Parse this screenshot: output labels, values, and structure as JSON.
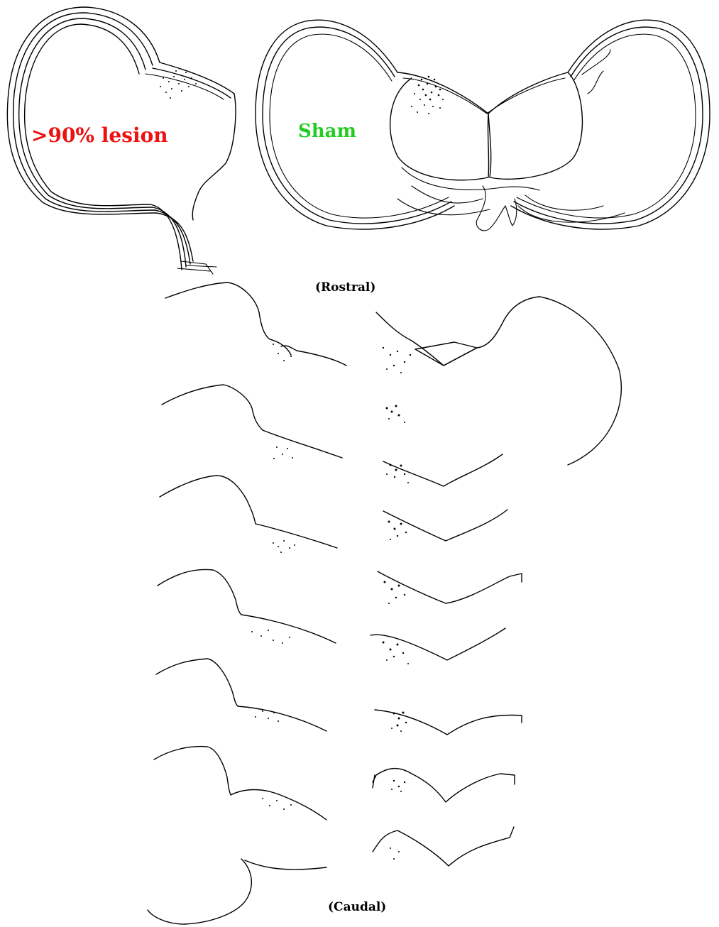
{
  "labels": {
    "lesion": ">90% lesion",
    "sham": "Sham",
    "rostral": "(Rostral)",
    "caudal": "(Caudal)"
  },
  "colors": {
    "lesion": "#ee1111",
    "sham": "#22cc22",
    "ink": "#000000"
  }
}
